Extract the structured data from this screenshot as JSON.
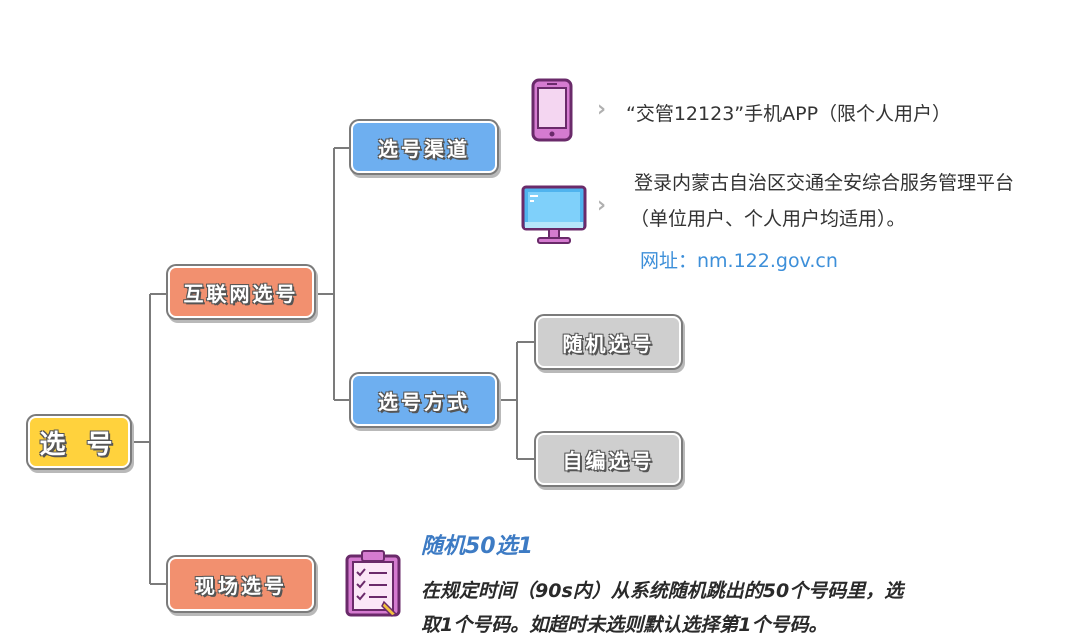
{
  "colors": {
    "root": "#ffd23d",
    "level1": "#f2906f",
    "level2": "#6eaff0",
    "leaf": "#cfcfcf",
    "connector": "#7b7b7b",
    "url": "#3d8fd9",
    "note_title": "#3d7bc4"
  },
  "root": {
    "label": "选 号"
  },
  "branches": {
    "internet": {
      "label": "互联网选号"
    },
    "onsite": {
      "label": "现场选号"
    },
    "channel": {
      "label": "选号渠道"
    },
    "method": {
      "label": "选号方式"
    },
    "random": {
      "label": "随机选号"
    },
    "custom": {
      "label": "自编选号"
    }
  },
  "channels": {
    "app": {
      "icon": "phone-icon",
      "text": "“交管12123”手机APP（限个人用户）"
    },
    "platform": {
      "icon": "monitor-icon",
      "line1": "登录内蒙古自治区交通全安综合服务管理平台",
      "line2": "（单位用户、个人用户均适用）。",
      "url": "网址：nm.122.gov.cn"
    }
  },
  "onsite_note": {
    "icon": "clipboard-icon",
    "title": "随机50选1",
    "line1": "在规定时间（90s内）从系统随机跳出的50个号码里，选",
    "line2": "取1个号码。如超时未选则默认选择第1个号码。"
  }
}
